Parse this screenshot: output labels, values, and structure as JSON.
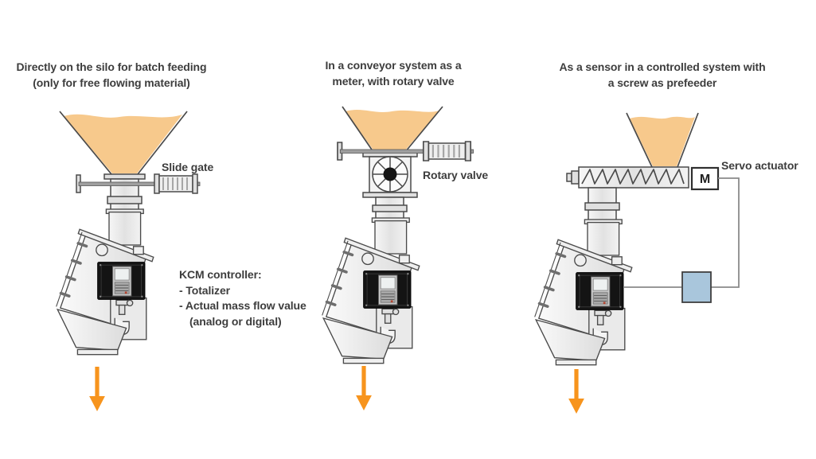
{
  "figure": {
    "description": "Three installation options for a KCM solids mass-flow meter",
    "background": "#ffffff"
  },
  "colors": {
    "material_orange": "#F7C98C",
    "arrow_orange": "#F7941D",
    "control_box_blue": "#A9C6DC",
    "outline_dark": "#4A4A4A",
    "wire_gray": "#8A8A8A",
    "controller_black": "#141414",
    "text": "#3D3D3D"
  },
  "icons": {
    "flow_arrow": "↓ orange flow arrow",
    "sight_glass": "circular porthole",
    "rotary_valve": "spoked wheel valve",
    "screw": "helical auger"
  },
  "columns": [
    {
      "id": "batch-feeding",
      "title": {
        "line1": "Directly on the silo for batch feeding",
        "line2": "(only for free flowing material)"
      },
      "labels": {
        "slide_gate": "Slide gate"
      },
      "callout": {
        "heading": "KCM controller:",
        "line1": "- Totalizer",
        "line2": "- Actual mass flow value",
        "line3": "(analog or digital)"
      }
    },
    {
      "id": "conveyor-meter",
      "title": {
        "line1": "In a conveyor system as a",
        "line2": "meter, with rotary valve"
      },
      "labels": {
        "rotary_valve": "Rotary valve"
      }
    },
    {
      "id": "controlled-system",
      "title": {
        "line1": "As a sensor in a controlled system with",
        "line2": "a screw as prefeeder"
      },
      "labels": {
        "servo_actuator": "Servo actuator",
        "motor": "M"
      }
    }
  ]
}
